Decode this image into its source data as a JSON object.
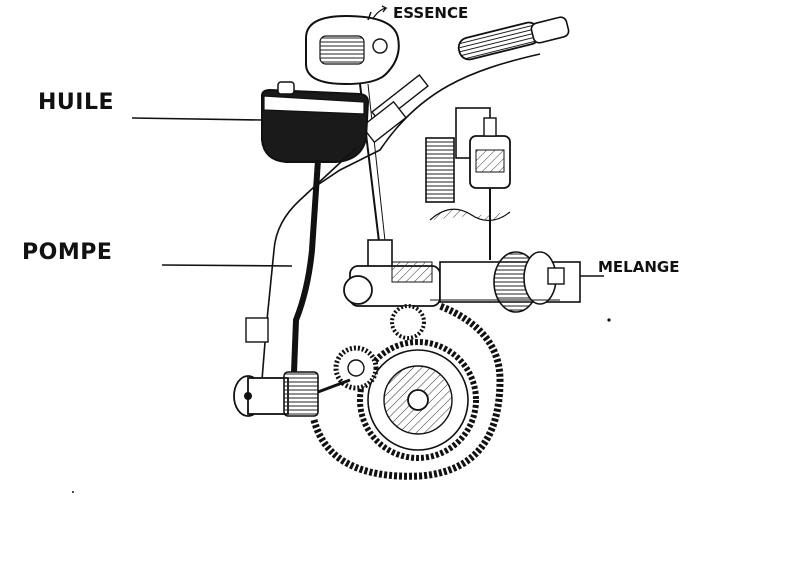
{
  "labels": {
    "huile": "HUILE",
    "pompe": "POMPE",
    "essence": "ESSENCE",
    "melange": "MELANGE"
  },
  "colors": {
    "ink": "#111111",
    "oil": "#1a1a1a",
    "background": "#ffffff"
  }
}
